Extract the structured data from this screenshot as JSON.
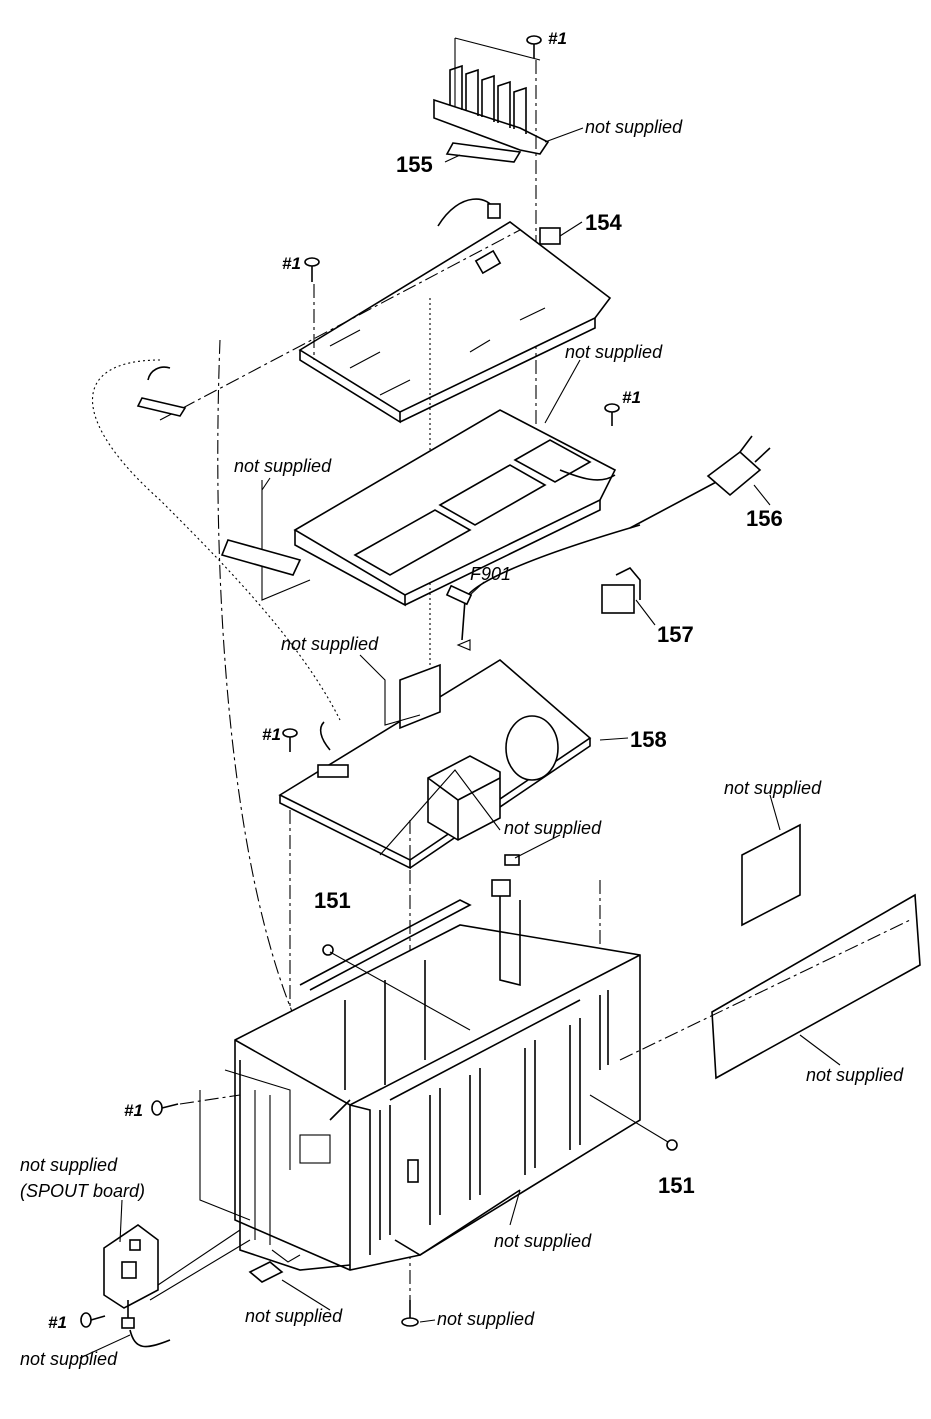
{
  "labels": {
    "screw_ref": "#1",
    "not_supplied": "not supplied",
    "spout_board": "(SPOUT board)",
    "fuse": "F901"
  },
  "parts": {
    "p151": "151",
    "p154": "154",
    "p155": "155",
    "p156": "156",
    "p157": "157",
    "p158": "158"
  }
}
